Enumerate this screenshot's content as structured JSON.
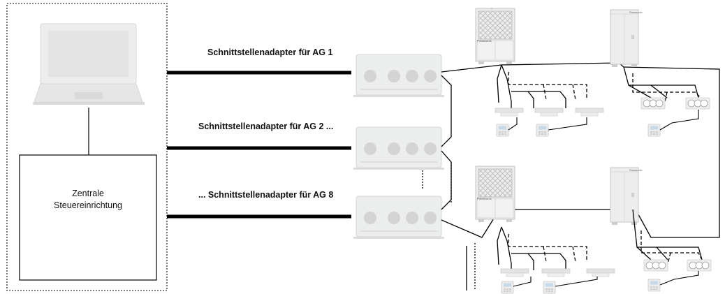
{
  "central_control": {
    "line1": "Zentrale",
    "line2": "Steuereinrichtung"
  },
  "adapters": [
    {
      "label": "Schnittstellenadapter für AG 1"
    },
    {
      "label": "Schnittstellenadapter für AG 2 ..."
    },
    {
      "label": "... Schnittstellenadapter für AG 8"
    }
  ],
  "brand": "Panasonic",
  "colors": {
    "device_fill": "#eceded",
    "device_stroke": "#c9cacb",
    "port": "#d6d6d6",
    "line": "#000000"
  }
}
